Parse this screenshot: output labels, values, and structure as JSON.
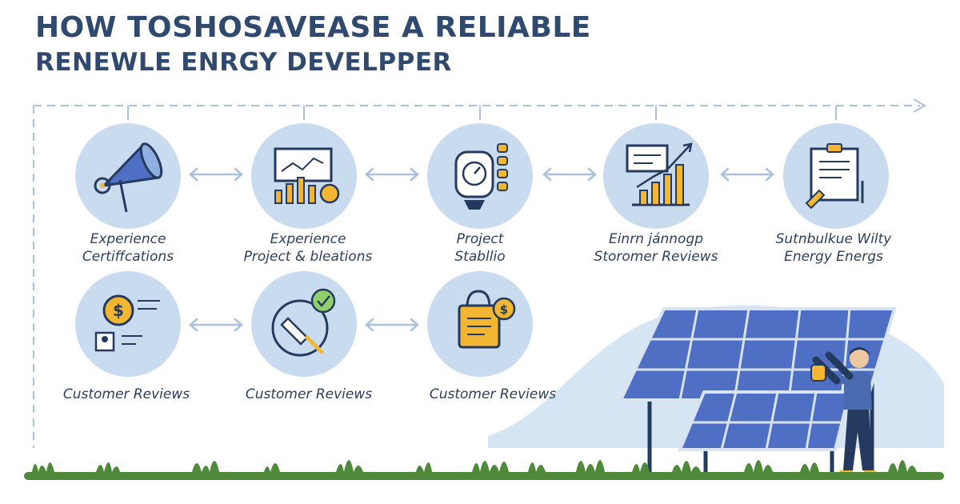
{
  "title": {
    "line1": "HOW TOSHOSAVEASE A RELIABLE",
    "line2": "RENEWLE ENRGY DEVELPPER"
  },
  "steps_row1": [
    {
      "line1": "Experience",
      "line2": "Certiffcations",
      "icon": "megaphone-icon"
    },
    {
      "line1": "Experience",
      "line2": "Project & bleations",
      "icon": "chart-board-icon"
    },
    {
      "line1": "Project",
      "line2": "Stabllio",
      "icon": "gauge-icon"
    },
    {
      "line1": "Einrn jánnogp",
      "line2": "Storomer Reviews",
      "icon": "growth-chart-icon"
    },
    {
      "line1": "Sutnbulkue Wilty",
      "line2": "Energy Energs",
      "icon": "document-icon"
    }
  ],
  "steps_row2": [
    {
      "line1": "Customer Reviews",
      "icon": "coin-gear-icon"
    },
    {
      "line1": "Customer Reviews",
      "icon": "clock-check-icon"
    },
    {
      "line1": "Customer Reviews",
      "icon": "shopping-bag-icon"
    }
  ],
  "colors": {
    "title": "#2f4a6e",
    "circle": "#c9dbef",
    "line": "#a9c1dd",
    "navy": "#243a5e",
    "accent": "#f2b632",
    "panel": "#4f6fc4",
    "grass": "#4f8a3a"
  }
}
